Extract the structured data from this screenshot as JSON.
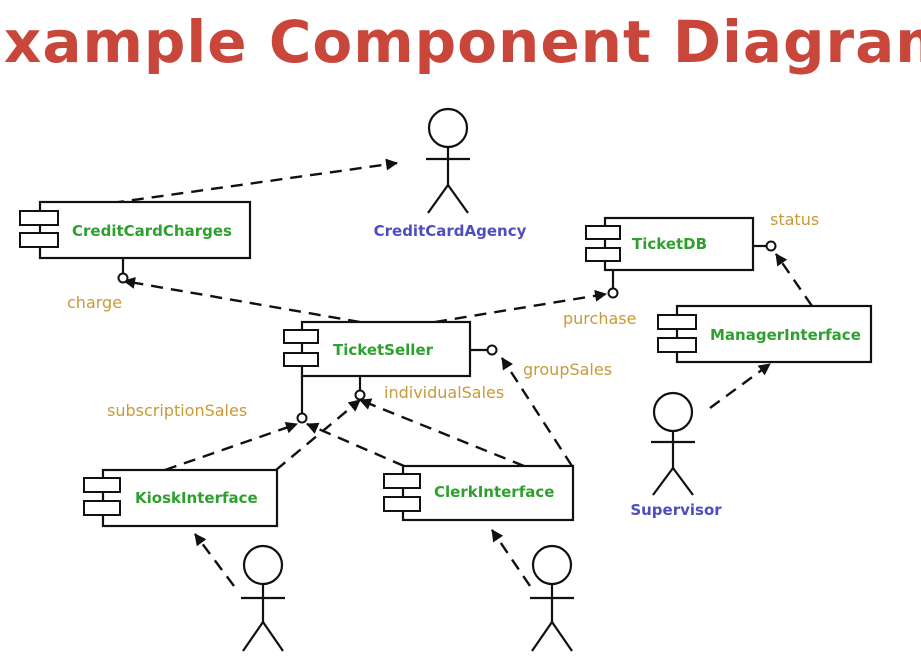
{
  "title": "Example Component Diagram",
  "components": {
    "credit_card_charges": "CreditCardCharges",
    "ticket_db": "TicketDB",
    "ticket_seller": "TicketSeller",
    "manager_interface": "ManagerInterface",
    "kiosk_interface": "KioskInterface",
    "clerk_interface": "ClerkInterface"
  },
  "actors": {
    "credit_card_agency": "CreditCardAgency",
    "supervisor": "Supervisor"
  },
  "interfaces": {
    "charge": "charge",
    "status": "status",
    "purchase": "purchase",
    "group_sales": "groupSales",
    "individual_sales": "individualSales",
    "subscription_sales": "subscriptionSales"
  },
  "colors": {
    "title": "#c9473a",
    "component_label": "#2ea02e",
    "actor_label": "#4e4ec0",
    "interface_label": "#c89a38"
  }
}
